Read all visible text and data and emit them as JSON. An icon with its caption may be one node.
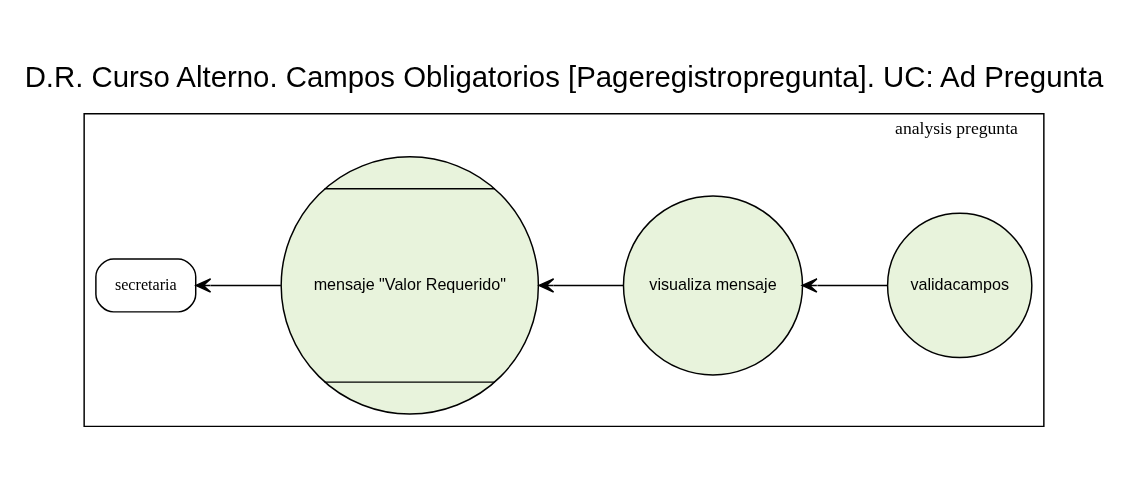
{
  "diagram": {
    "title": "D.R. Curso Alterno. Campos Obligatorios [Pageregistropregunta]. UC: Ad Pregunta",
    "nodes": [
      {
        "text": [
          "analysis pregunta"
        ]
      },
      {
        "text": [
          "secretaria"
        ],
        "in": 0
      },
      {
        "text": [
          "mensaje \"Valor Requerido\""
        ],
        "in": 0
      },
      {
        "text": [
          "validacampos"
        ],
        "in": 0
      },
      {
        "text": [
          "visualiza mensaje"
        ],
        "in": 0
      }
    ],
    "edges": [
      {
        "from": 3,
        "to": 4,
        "arrow": "to"
      },
      {
        "from": 4,
        "to": 2,
        "arrow": "to"
      },
      {
        "from": 2,
        "to": 1,
        "arrow": "to"
      }
    ]
  }
}
